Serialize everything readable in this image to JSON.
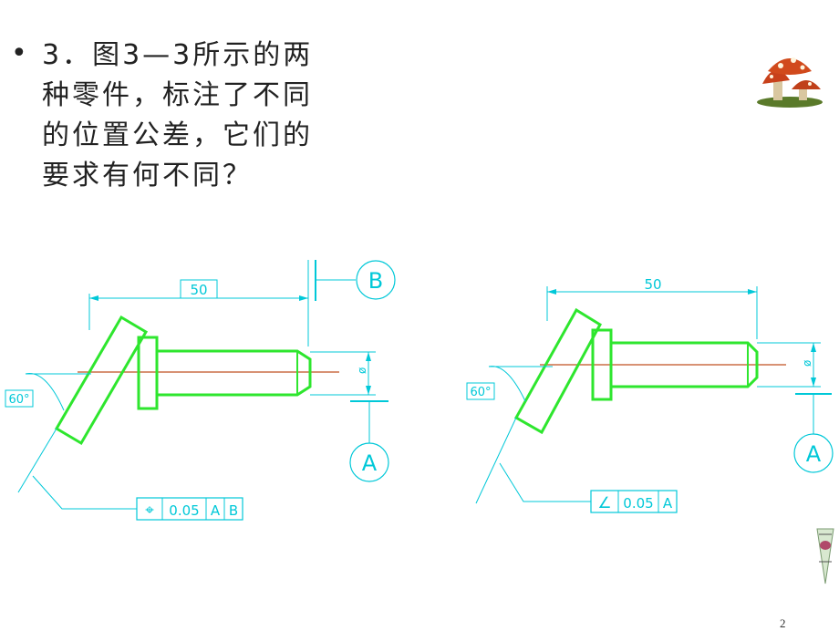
{
  "slide": {
    "bullet": "•",
    "question_lines": [
      "3．图3—3所示的两",
      "种零件，标注了不同",
      "的位置公差，它们的",
      "要求有何不同？"
    ],
    "page_number": "2"
  },
  "figure_left": {
    "dimension": "50",
    "angle": "60°",
    "diameter_symbol": "ø",
    "datum_top": "B",
    "datum_bottom": "A",
    "tolerance_symbol": "⌖",
    "tolerance_value": "0.05",
    "datum_ref_1": "A",
    "datum_ref_2": "B"
  },
  "figure_right": {
    "dimension": "50",
    "angle": "60°",
    "diameter_symbol": "ø",
    "datum_bottom": "A",
    "tolerance_symbol": "∠",
    "tolerance_value": "0.05",
    "datum_ref_1": "A"
  },
  "colors": {
    "cad_line": "#00c8d8",
    "part_outline": "#2ee62e",
    "axis": "#c05020",
    "text": "#222222"
  },
  "icons": [
    "mushroom-icon",
    "decorative-pin-icon"
  ]
}
